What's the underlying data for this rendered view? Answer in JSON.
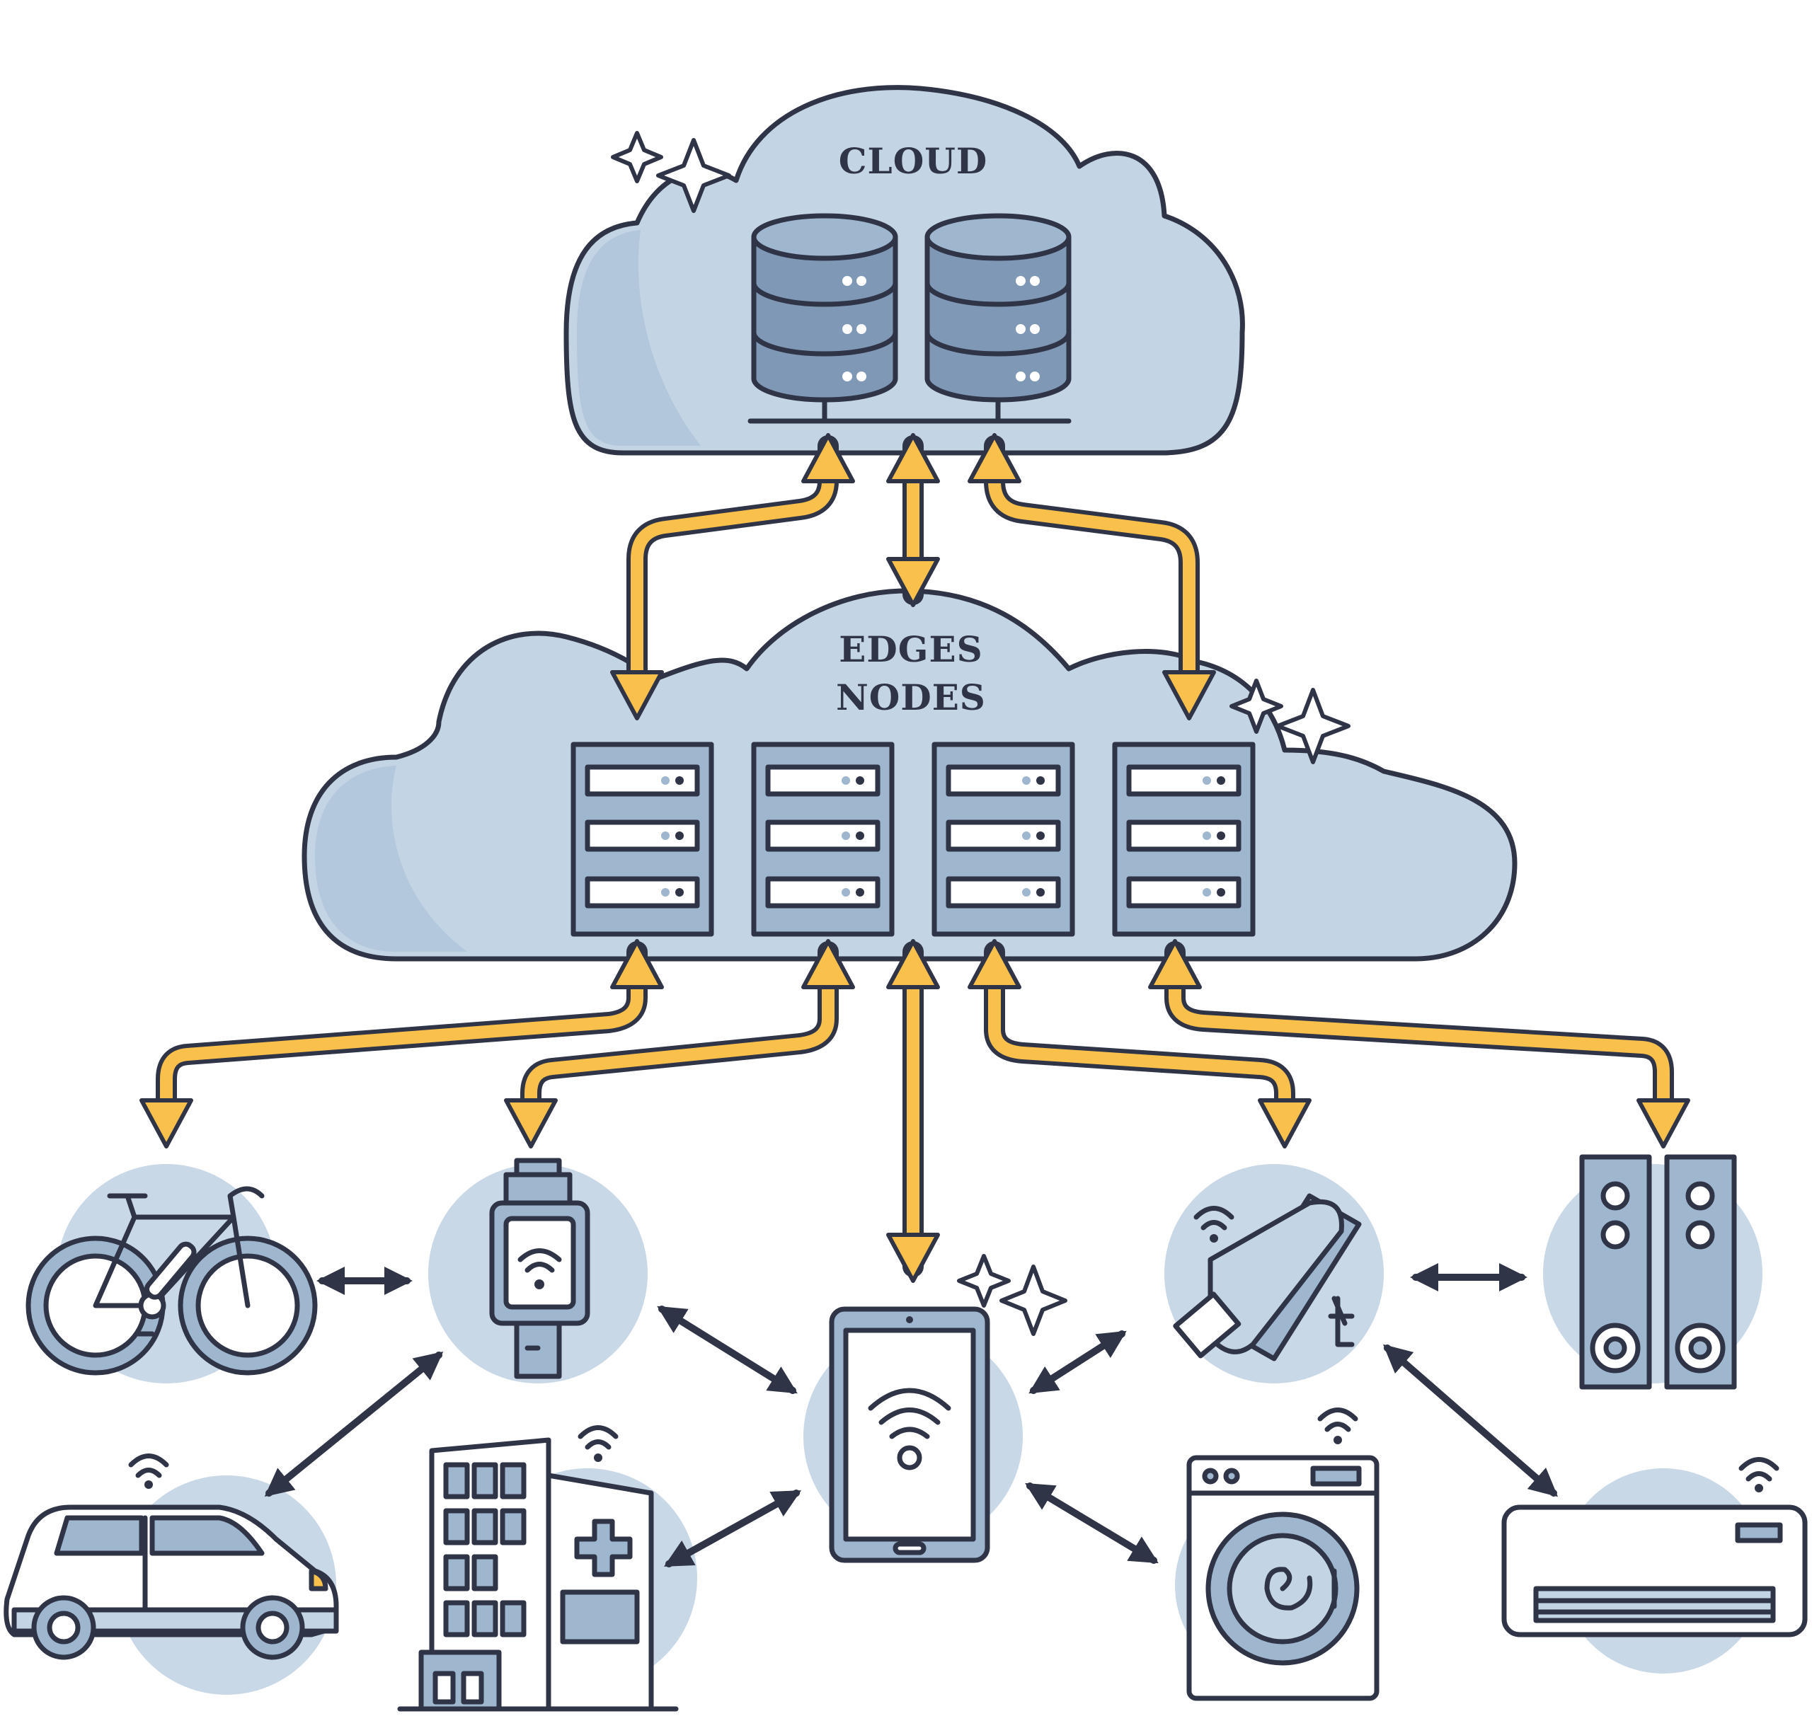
{
  "labels": {
    "cloud": "CLOUD",
    "edges_line1": "EDGES",
    "edges_line2": "NODES"
  },
  "colors": {
    "outline": "#2f3447",
    "cloud_fill": "#c3d4e5",
    "cloud_shade": "#9fb6cf",
    "device_circle": "#c9d8e7",
    "yellow_arrow": "#f9c04c",
    "white": "#ffffff"
  },
  "nodes": {
    "cloud_servers": [
      "database-icon",
      "database-icon"
    ],
    "edge_servers": [
      "server-rack-icon",
      "server-rack-icon",
      "server-rack-icon",
      "server-rack-icon"
    ],
    "devices": [
      "bicycle-icon",
      "smartwatch-icon",
      "tablet-icon",
      "security-camera-icon",
      "speakers-icon",
      "car-icon",
      "hospital-icon",
      "washing-machine-icon",
      "air-conditioner-icon"
    ]
  }
}
